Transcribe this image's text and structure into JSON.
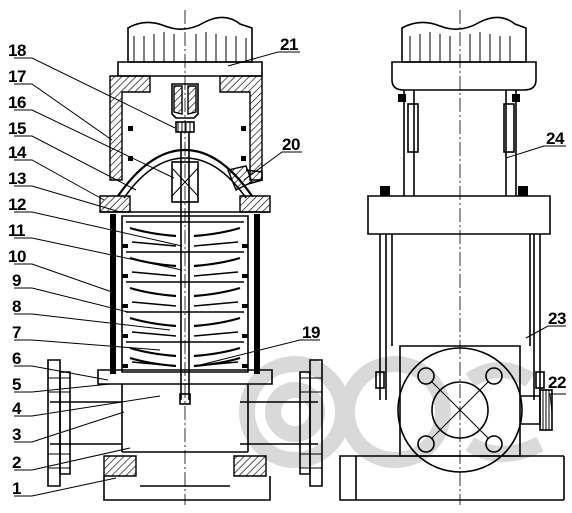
{
  "callouts": {
    "left": [
      "18",
      "17",
      "16",
      "15",
      "14",
      "13",
      "12",
      "11",
      "10",
      "9",
      "8",
      "7",
      "6",
      "5",
      "4",
      "3",
      "2",
      "1"
    ],
    "right": [
      "21",
      "20",
      "19",
      "24",
      "23",
      "22"
    ]
  }
}
